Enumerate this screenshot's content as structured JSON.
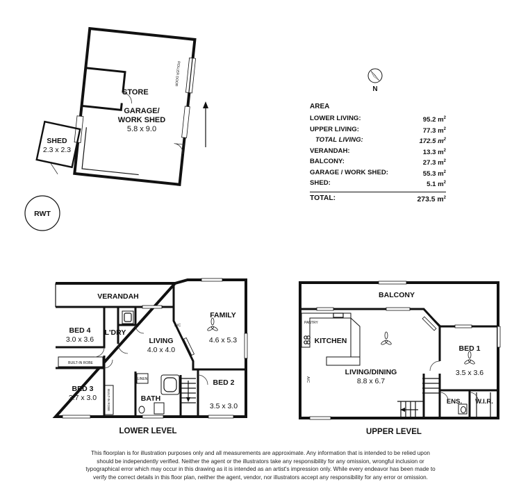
{
  "outbuildings": {
    "store": "STORE",
    "garage_name_1": "GARAGE/",
    "garage_name_2": "WORK SHED",
    "garage_dim": "5.8 x 9.0",
    "roller_door": "ROLLER DOOR",
    "shed_name": "SHED",
    "shed_dim": "2.3 x 2.3",
    "rwt": "RWT"
  },
  "compass": {
    "label": "N"
  },
  "area": {
    "title": "AREA",
    "rows": [
      {
        "label": "LOWER LIVING:",
        "value": "95.2 m",
        "style": "normal"
      },
      {
        "label": "UPPER LIVING:",
        "value": "77.3 m",
        "style": "normal"
      },
      {
        "label": "TOTAL LIVING:",
        "value": "172.5 m",
        "style": "total-living"
      },
      {
        "label": "VERANDAH:",
        "value": "13.3 m",
        "style": "normal"
      },
      {
        "label": "BALCONY:",
        "value": "27.3 m",
        "style": "normal"
      },
      {
        "label": "GARAGE / WORK SHED:",
        "value": "55.3 m",
        "style": "normal"
      },
      {
        "label": "SHED:",
        "value": "5.1 m",
        "style": "normal"
      },
      {
        "label": "TOTAL:",
        "value": "273.5 m",
        "style": "grand"
      }
    ],
    "unit_sup": "2"
  },
  "lower": {
    "verandah": "VERANDAH",
    "bed4": "BED 4",
    "bed4_dim": "3.0 x 3.6",
    "ldry": "L'DRY",
    "living": "LIVING",
    "living_dim": "4.0 x 4.0",
    "family": "FAMILY",
    "family_dim": "4.6 x 5.3",
    "ac": "A/C",
    "builtin1": "BUILT-IN ROBE",
    "builtin2": "BUILT-IN ROBE",
    "linen": "LINEN",
    "bed3": "BED 3",
    "bed3_dim": "3.7 x 3.0",
    "bath": "BATH",
    "bed2": "BED 2",
    "bed2_dim": "3.5 x 3.0",
    "level": "LOWER LEVEL"
  },
  "upper": {
    "balcony": "BALCONY",
    "pantry": "PANTRY",
    "kitchen": "KITCHEN",
    "living_dining": "LIVING/DINING",
    "living_dining_dim": "8.8 x 6.7",
    "ac": "A/C",
    "bed1": "BED 1",
    "bed1_dim": "3.5 x 3.6",
    "ens": "ENS.",
    "wir": "W.I.R.",
    "level": "UPPER LEVEL"
  },
  "disclaimer": "This floorplan is for illustration purposes only and all measurements are approximate. Any information that is intended to be relied upon should be independently verified. Neither the agent or the illustrators take any responsibility for any omission, wrongful inclusion or typographical error which may occur in this drawing as it is intended as an artist's impression only. While every endeavor has been made to verify the correct details in this floor plan, neither the agent, vendor, nor illustrators accept any responsibility for any error or omission."
}
